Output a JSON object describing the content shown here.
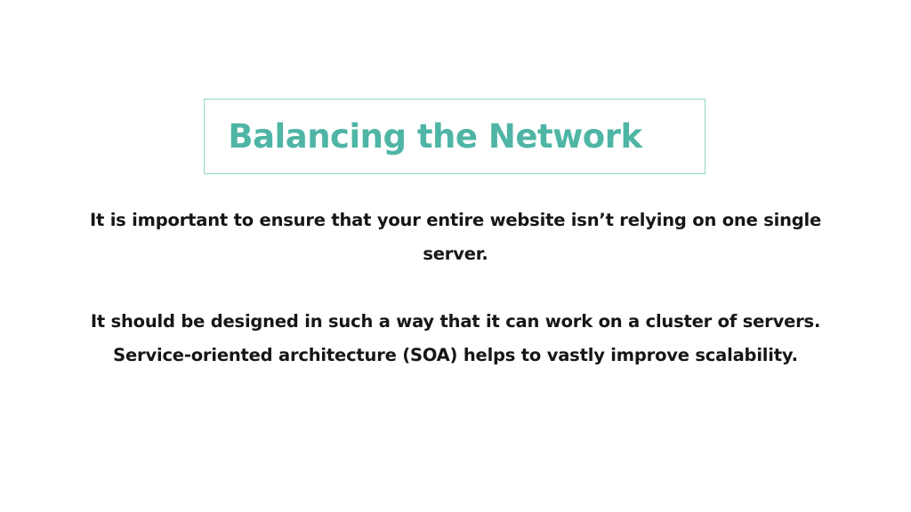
{
  "slide": {
    "title": "Balancing the Network",
    "paragraphs": [
      {
        "lines": [
          "It is important to ensure that your entire website isn’t relying on one single",
          "server."
        ]
      },
      {
        "lines": [
          "It should be designed in such a way that it can work on a cluster of servers.",
          "Service-oriented architecture (SOA) helps to vastly improve scalability."
        ]
      }
    ],
    "colors": {
      "title": "#4fb5a5",
      "title_border": "#8fd6cc",
      "body_text": "#161616",
      "background": "#ffffff"
    }
  }
}
